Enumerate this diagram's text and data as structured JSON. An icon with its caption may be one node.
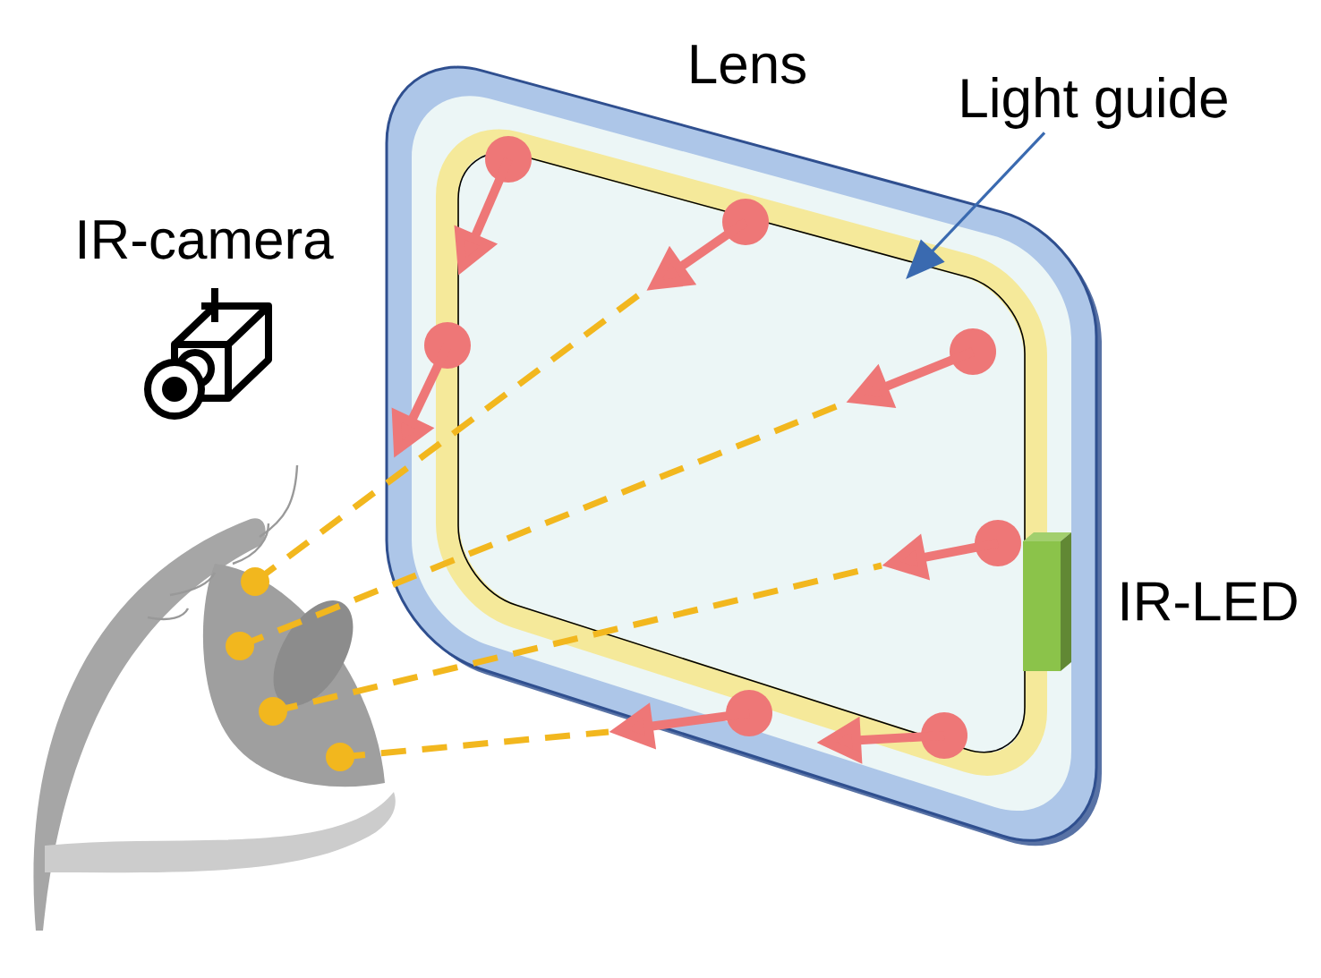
{
  "diagram": {
    "nodes": [
      {
        "text": [
          "Light guide"
        ]
      },
      {
        "text": [],
        "shape": "picture"
      }
    ],
    "edges": [
      {
        "from": 0,
        "to": 1,
        "arrow": "to"
      }
    ],
    "labels": [
      "Lens",
      "IR-camera",
      "IR-LED"
    ]
  }
}
